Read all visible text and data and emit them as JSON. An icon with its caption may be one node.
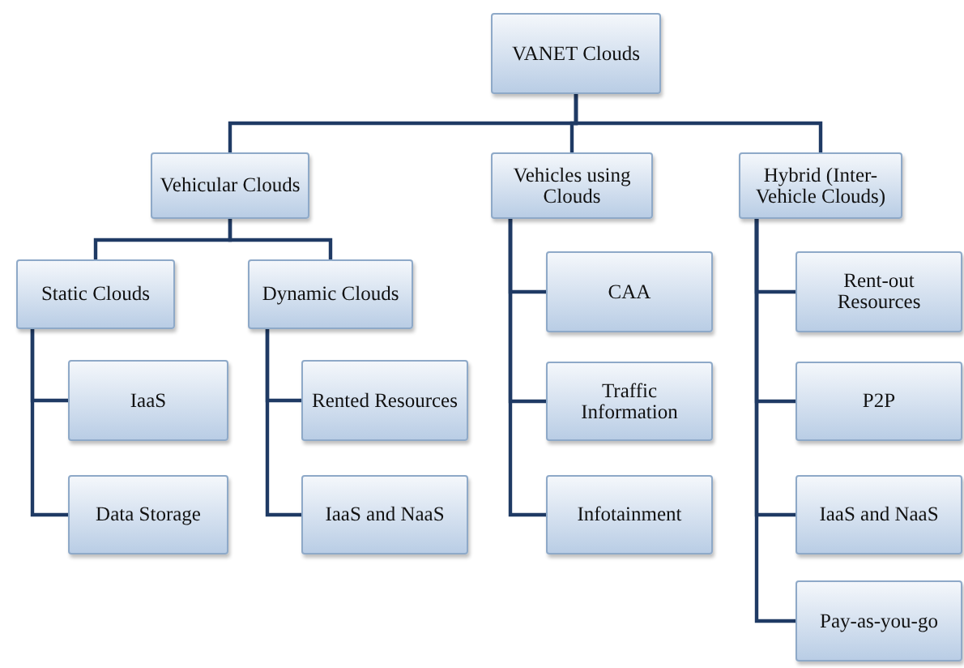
{
  "diagram": {
    "nodes": [
      {
        "text": [
          "VANET Clouds"
        ]
      },
      {
        "text": [
          "Vehicular Clouds"
        ]
      },
      {
        "text": [
          "Vehicles using Clouds"
        ]
      },
      {
        "text": [
          "Hybrid (Inter-Vehicle Clouds)"
        ]
      },
      {
        "text": [
          "Static Clouds"
        ]
      },
      {
        "text": [
          "Dynamic Clouds"
        ]
      },
      {
        "text": [
          "IaaS"
        ]
      },
      {
        "text": [
          "Data Storage"
        ]
      },
      {
        "text": [
          "Rented Resources"
        ]
      },
      {
        "text": [
          "IaaS and NaaS"
        ]
      },
      {
        "text": [
          "CAA"
        ]
      },
      {
        "text": [
          "Traffic Information"
        ]
      },
      {
        "text": [
          "Infotainment"
        ]
      },
      {
        "text": [
          "Rent-out Resources"
        ]
      },
      {
        "text": [
          "P2P"
        ]
      },
      {
        "text": [
          "IaaS and NaaS"
        ]
      },
      {
        "text": [
          "Pay-as-you-go"
        ]
      }
    ],
    "edges": [
      {
        "from": 0,
        "to": 1,
        "arrow": "none"
      },
      {
        "from": 0,
        "to": 2,
        "arrow": "none"
      },
      {
        "from": 0,
        "to": 3,
        "arrow": "none"
      },
      {
        "from": 1,
        "to": 4,
        "arrow": "none"
      },
      {
        "from": 1,
        "to": 5,
        "arrow": "none"
      },
      {
        "from": 4,
        "to": 6,
        "arrow": "none"
      },
      {
        "from": 4,
        "to": 7,
        "arrow": "none"
      },
      {
        "from": 5,
        "to": 8,
        "arrow": "none"
      },
      {
        "from": 5,
        "to": 9,
        "arrow": "none"
      },
      {
        "from": 2,
        "to": 10,
        "arrow": "none"
      },
      {
        "from": 2,
        "to": 11,
        "arrow": "none"
      },
      {
        "from": 2,
        "to": 12,
        "arrow": "none"
      },
      {
        "from": 3,
        "to": 13,
        "arrow": "none"
      },
      {
        "from": 3,
        "to": 14,
        "arrow": "none"
      },
      {
        "from": 3,
        "to": 15,
        "arrow": "none"
      },
      {
        "from": 3,
        "to": 16,
        "arrow": "none"
      }
    ]
  }
}
